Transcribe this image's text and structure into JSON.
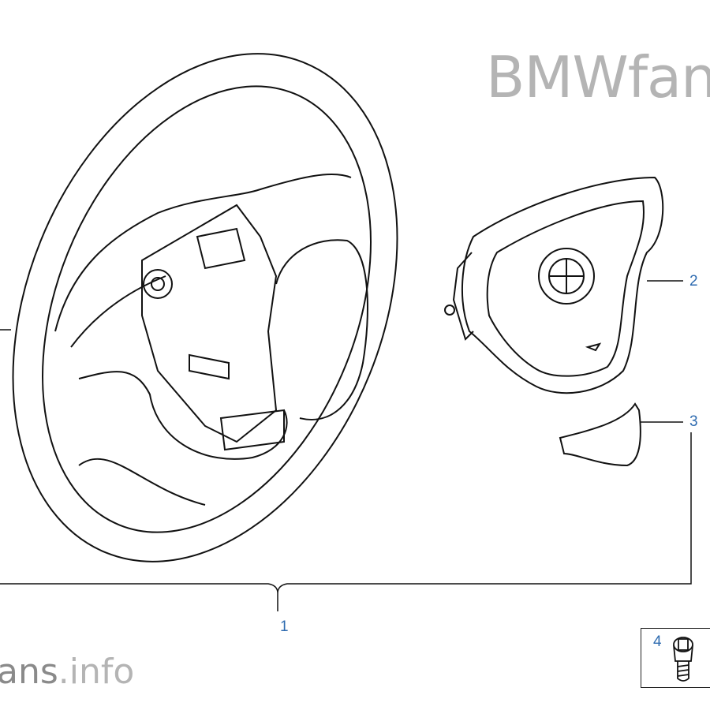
{
  "watermark_top": "BMWfan",
  "watermark_bottom": {
    "main": "ans",
    "suffix": ".info"
  },
  "callouts": [
    {
      "number": "1",
      "part": "steering-wheel"
    },
    {
      "number": "2",
      "part": "airbag-module"
    },
    {
      "number": "3",
      "part": "trim-cover"
    },
    {
      "number": "4",
      "part": "torx-bolt"
    }
  ],
  "colors": {
    "callout": "#2e6bb0",
    "line": "#111111",
    "watermark": "#b4b4b4"
  }
}
